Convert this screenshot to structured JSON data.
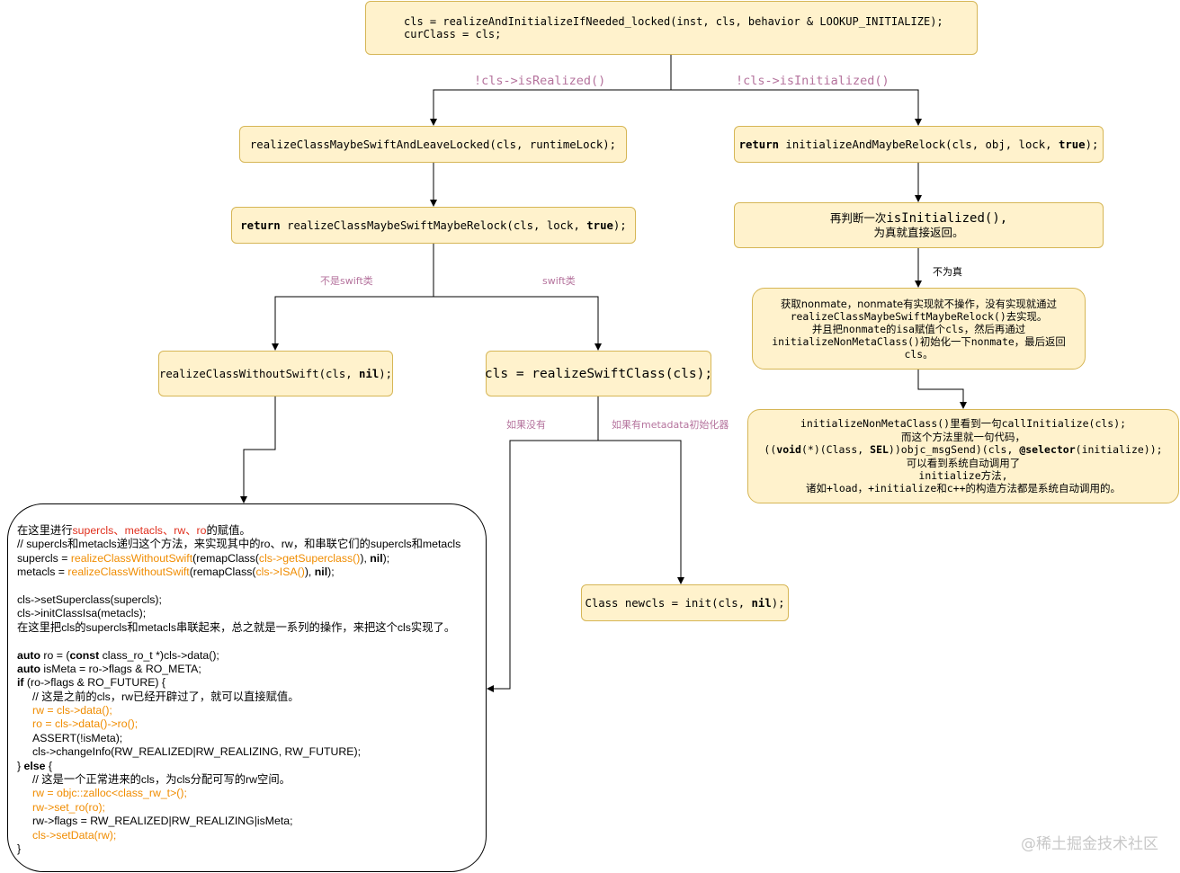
{
  "top_box": {
    "line1": "cls = realizeAndInitializeIfNeeded_locked(inst, cls, behavior & LOOKUP_INITIALIZE);",
    "line2": "curClass = cls;"
  },
  "labels": {
    "not_realized": "!cls->isRealized()",
    "not_initialized": "!cls->isInitialized()",
    "not_swift": "不是swift类",
    "swift": "swift类",
    "not_true": "不为真",
    "if_none": "如果没有",
    "if_metadata_init": "如果有metadata初始化器"
  },
  "realize_box": {
    "text": "realizeClassMaybeSwiftAndLeaveLocked(cls, runtimeLock);"
  },
  "relock_box": {
    "keyword": "return",
    "call": " realizeClassMaybeSwiftMaybeRelock(cls, lock, ",
    "true_kw": "true",
    "tail": ");"
  },
  "without_swift_box": {
    "call": "realizeClassWithoutSwift(cls, ",
    "nil_kw": "nil",
    "tail": ");"
  },
  "swift_class_box": {
    "text": "cls = realizeSwiftClass(cls);"
  },
  "newcls_box": {
    "call": "Class newcls = init(cls, ",
    "nil_kw": "nil",
    "tail": ");"
  },
  "init_relock_box": {
    "keyword": "return",
    "call": " initializeAndMaybeRelock(cls, obj, lock, ",
    "true_kw": "true",
    "tail": ");"
  },
  "recheck_box": {
    "line1_prefix": "再判断一次",
    "line1_code": "isInitialized(),",
    "line2": "为真就直接返回。"
  },
  "nonmeta_box": {
    "line1": "获取nonmate，nonmate有实现就不操作，没有实现就通过",
    "line2": "realizeClassMaybeSwiftMaybeRelock()去实现。",
    "line3": "并且把nonmate的isa赋值个cls，然后再通过",
    "line4": "initializeNonMetaClass()初始化一下nonmate，最后返回",
    "line5": "cls。"
  },
  "callinit_box": {
    "line1": "initializeNonMetaClass()里看到一句callInitialize(cls);",
    "line2": "而这个方法里就一句代码，",
    "line3_a": "((",
    "line3_void": "void",
    "line3_b": "(*)(Class, ",
    "line3_sel": "SEL",
    "line3_c": "))objc_msgSend)(cls, ",
    "line3_selector": "@selector",
    "line3_d": "(initialize));",
    "line4": "可以看到系统自动调用了",
    "line5": "initialize方法,",
    "line6": "诸如+load，+initialize和c++的构造方法都是系统自动调用的。"
  },
  "code_block": {
    "l1_a": "在这里进行",
    "l1_red": "supercls、metacls、rw、ro",
    "l1_b": "的赋值。",
    "l2": "// supercls和metacls递归这个方法，来实现其中的ro、rw，和串联它们的supercls和metacls",
    "l3_a": "supercls = ",
    "l3_fn": "realizeClassWithoutSwift",
    "l3_b": "(remapClass(",
    "l3_arg": "cls->getSuperclass()",
    "l3_c": "), ",
    "l3_nil": "nil",
    "l3_d": ");",
    "l4_a": "metacls = ",
    "l4_fn": "realizeClassWithoutSwift",
    "l4_b": "(remapClass(",
    "l4_arg": "cls->ISA()",
    "l4_c": "), ",
    "l4_nil": "nil",
    "l4_d": ");",
    "l5": "cls->setSuperclass(supercls);",
    "l6": "cls->initClassIsa(metacls);",
    "l7": "在这里把cls的supercls和metacls串联起来，总之就是一系列的操作，来把这个cls实现了。",
    "l8_kw": "auto",
    "l8_a": " ro = (",
    "l8_kw2": "const",
    "l8_b": " class_ro_t *)cls->data();",
    "l9_kw": "auto",
    "l9_a": " isMeta = ro->flags & RO_META;",
    "l10_kw": "if",
    "l10_a": " (ro->flags & RO_FUTURE) {",
    "l11": "// 这是之前的cls，rw已经开辟过了，就可以直接赋值。",
    "l12": "rw = cls->data();",
    "l13": "ro = cls->data()->ro();",
    "l14": "ASSERT(!isMeta);",
    "l15": "cls->changeInfo(RW_REALIZED|RW_REALIZING, RW_FUTURE);",
    "l16_a": "} ",
    "l16_kw": "else",
    "l16_b": " {",
    "l17": "// 这是一个正常进来的cls，为cls分配可写的rw空间。",
    "l18": "rw = objc::zalloc<class_rw_t>();",
    "l19": "rw->set_ro(ro);",
    "l20": "rw->flags = RW_REALIZED|RW_REALIZING|isMeta;",
    "l21": "cls->setData(rw);",
    "l22": "}"
  },
  "watermark": "@稀土掘金技术社区",
  "colors": {
    "box_fill": "#fff2cc",
    "box_border": "#d6b656",
    "label": "#b5739d",
    "highlight_orange": "#f08c00",
    "highlight_red": "#e0301e"
  }
}
